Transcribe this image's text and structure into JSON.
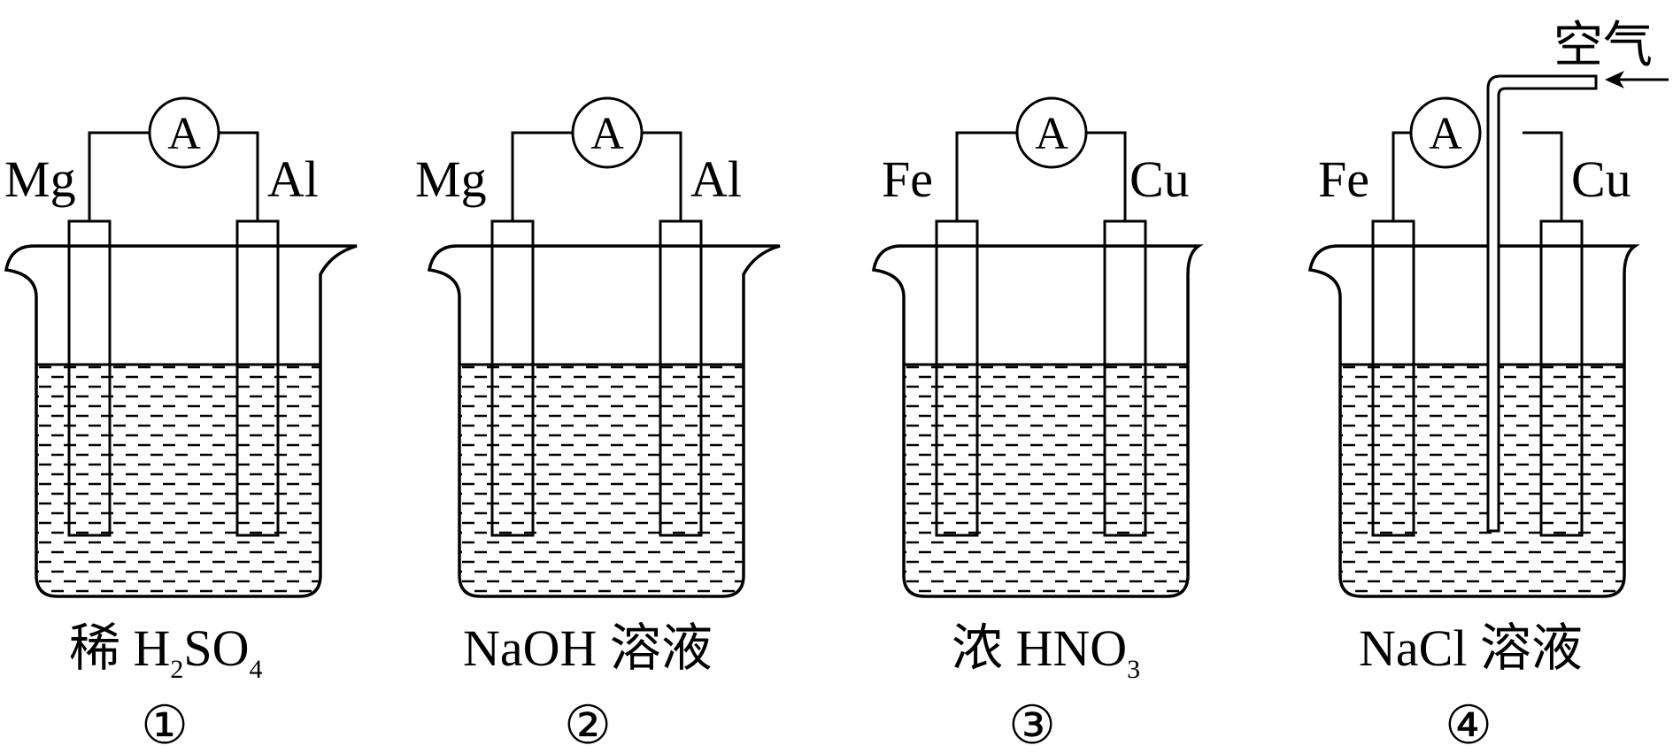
{
  "cells": [
    {
      "left_electrode": "Mg",
      "right_electrode": "Al",
      "meter": "A",
      "solution_prefix": "稀 H",
      "solution_sub1": "2",
      "solution_mid": "SO",
      "solution_sub2": "4",
      "number": "①",
      "air_tube": false
    },
    {
      "left_electrode": "Mg",
      "right_electrode": "Al",
      "meter": "A",
      "solution_prefix": "NaOH 溶液",
      "solution_sub1": "",
      "solution_mid": "",
      "solution_sub2": "",
      "number": "②",
      "air_tube": false
    },
    {
      "left_electrode": "Fe",
      "right_electrode": "Cu",
      "meter": "A",
      "solution_prefix": "浓 HNO",
      "solution_sub1": "3",
      "solution_mid": "",
      "solution_sub2": "",
      "number": "③",
      "air_tube": false
    },
    {
      "left_electrode": "Fe",
      "right_electrode": "Cu",
      "meter": "A",
      "solution_prefix": "NaCl 溶液",
      "solution_sub1": "",
      "solution_mid": "",
      "solution_sub2": "",
      "number": "④",
      "air_tube": true
    }
  ],
  "air_label": "空气"
}
